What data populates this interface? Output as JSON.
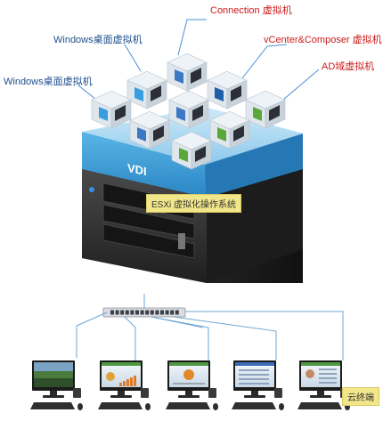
{
  "labels": {
    "connection": "Connection 虚拟机",
    "windows_top": "Windows桌面虚拟机",
    "vcenter": "vCenter&Composer 虚拟机",
    "windows_left": "Windows桌面虚拟机",
    "ad": "AD域虚拟机",
    "vdi": "VDI",
    "esxi": "ESXi 虚拟化操作系统",
    "cloud_terminal": "云终端"
  },
  "colors": {
    "label_blue": "#1d4f8c",
    "label_red": "#cc1a1a",
    "vdi_slab": "#3f9ed6",
    "server_body": "#2b2b2b",
    "callout_line": "#4a8fd6"
  }
}
